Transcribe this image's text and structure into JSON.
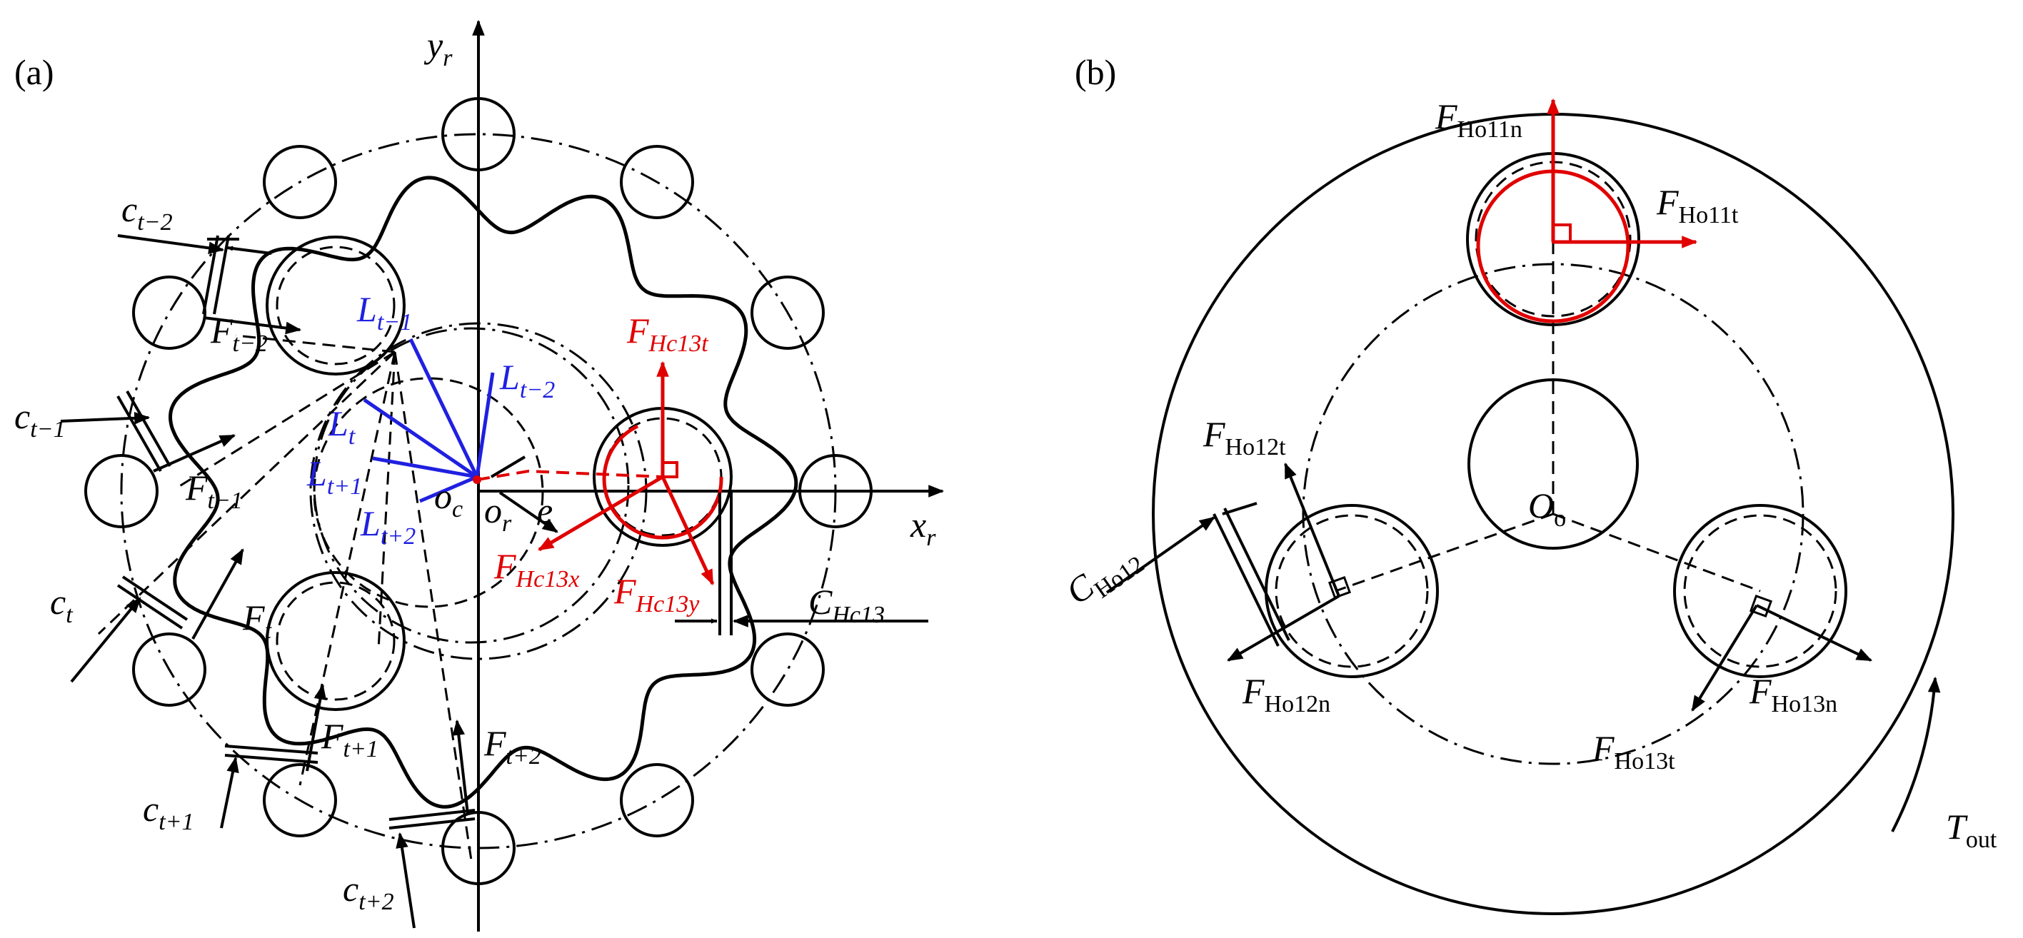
{
  "panel_a": {
    "tag": "(a)",
    "axis_y": {
      "main": "y",
      "sub": "r"
    },
    "axis_x": {
      "main": "x",
      "sub": "r"
    },
    "labels": {
      "c_t_minus2": {
        "main": "c",
        "sub": "t−2"
      },
      "c_t_minus1": {
        "main": "c",
        "sub": "t−1"
      },
      "c_t": {
        "main": "c",
        "sub": "t"
      },
      "c_t_plus1": {
        "main": "c",
        "sub": "t+1"
      },
      "c_t_plus2": {
        "main": "c",
        "sub": "t+2"
      },
      "F_t_minus2": {
        "main": "F",
        "sub": "t−2"
      },
      "F_t_minus1": {
        "main": "F",
        "sub": "t−1"
      },
      "F_t": {
        "main": "F",
        "sub": "t"
      },
      "F_t_plus1": {
        "main": "F",
        "sub": "t+1"
      },
      "F_t_plus2": {
        "main": "F",
        "sub": "t+2"
      },
      "L_t_minus1": {
        "main": "L",
        "sub": "t−1"
      },
      "L_t_minus2": {
        "main": "L",
        "sub": "t−2"
      },
      "L_t": {
        "main": "L",
        "sub": "t"
      },
      "L_t_plus1": {
        "main": "L",
        "sub": "t+1"
      },
      "L_t_plus2": {
        "main": "L",
        "sub": "t+2"
      },
      "o_c": {
        "main": "o",
        "sub": "c"
      },
      "o_r": {
        "main": "o",
        "sub": "r"
      },
      "e": {
        "main": "e",
        "sub": ""
      },
      "F_Hc13t": {
        "main": "F",
        "sub": "Hc13t"
      },
      "F_Hc13x": {
        "main": "F",
        "sub": "Hc13x"
      },
      "F_Hc13y": {
        "main": "F",
        "sub": "Hc13y"
      },
      "C_Hc13": {
        "main": "C",
        "sub": "Hc13"
      }
    }
  },
  "panel_b": {
    "tag": "(b)",
    "labels": {
      "F_Ho11n": {
        "main": "F",
        "sub": "Ho11n"
      },
      "F_Ho11t": {
        "main": "F",
        "sub": "Ho11t"
      },
      "F_Ho12t": {
        "main": "F",
        "sub": "Ho12t"
      },
      "C_Ho12": {
        "main": "C",
        "sub": "Ho12"
      },
      "O_o": {
        "main": "O",
        "sub": "o"
      },
      "F_Ho12n": {
        "main": "F",
        "sub": "Ho12n"
      },
      "F_Ho13n": {
        "main": "F",
        "sub": "Ho13n"
      },
      "F_Ho13t": {
        "main": "F",
        "sub": "Ho13t"
      },
      "T_out": {
        "main": "T",
        "sub": "out"
      }
    }
  },
  "colors": {
    "force_red": "#e00000",
    "arm_blue": "#2020e0",
    "line_black": "#000000"
  }
}
